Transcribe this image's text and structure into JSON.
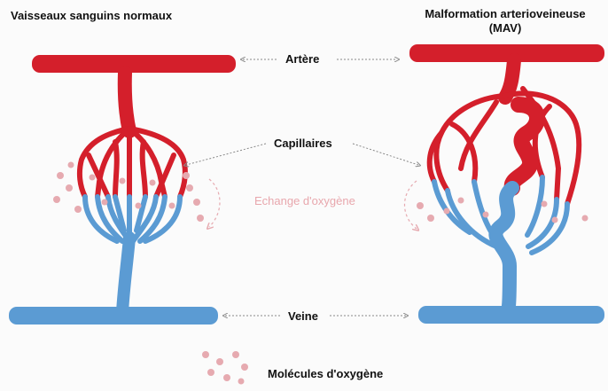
{
  "labels": {
    "title_left": "Vaisseaux sanguins normaux",
    "title_right_line1": "Malformation arterioveineuse",
    "title_right_line2": "(MAV)",
    "artere": "Artère",
    "capillaires": "Capillaires",
    "echange": "Echange d'oxygène",
    "veine": "Veine",
    "molecules": "Molécules d'oxygène"
  },
  "colors": {
    "artery": "#d41f2b",
    "vein": "#5b9bd3",
    "oxygen": "#e6aab0",
    "arrow": "#8a8a8a"
  }
}
